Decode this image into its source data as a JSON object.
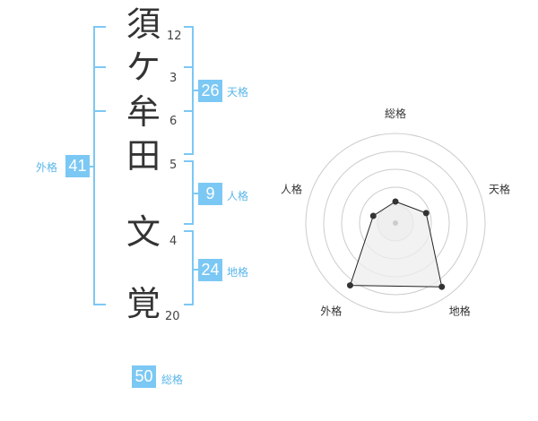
{
  "name_chars": [
    {
      "char": "須",
      "strokes": "12"
    },
    {
      "char": "ケ",
      "strokes": "3"
    },
    {
      "char": "牟",
      "strokes": "6"
    },
    {
      "char": "田",
      "strokes": "5"
    },
    {
      "char": "文",
      "strokes": "4"
    },
    {
      "char": "覚",
      "strokes": "20"
    }
  ],
  "fortune": {
    "tenkaku": {
      "value": "26",
      "label": "天格"
    },
    "jinkaku": {
      "value": "9",
      "label": "人格"
    },
    "chikaku": {
      "value": "24",
      "label": "地格"
    },
    "gaikaku": {
      "value": "41",
      "label": "外格"
    },
    "soukaku": {
      "value": "50",
      "label": "総格"
    }
  },
  "colors": {
    "accent": "#7cc8f4",
    "bracket": "#7cc8f4",
    "radar_fill": "#eeeeee",
    "radar_line": "#222222",
    "grid": "#cccccc"
  },
  "chart_data": {
    "type": "radar",
    "axes": [
      "総格",
      "天格",
      "地格",
      "外格",
      "人格"
    ],
    "values": [
      1.2,
      1.8,
      4.4,
      4.3,
      1.3
    ],
    "rmax": 5,
    "grid_rings": 5
  }
}
